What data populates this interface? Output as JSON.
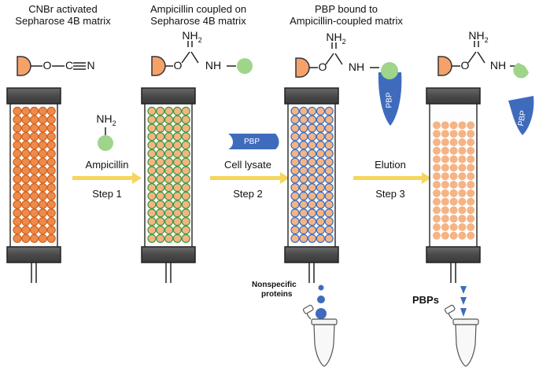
{
  "titles": {
    "step0_line1": "CNBr activated",
    "step0_line2": "Sepharose 4B matrix",
    "step1_line1": "Ampicillin coupled on",
    "step1_line2": "Sepharose 4B matrix",
    "step2_line1": "PBP bound to",
    "step2_line2": "Ampicillin-coupled matrix"
  },
  "chem": {
    "o": "O",
    "c": "C",
    "n": "N",
    "nh": "NH",
    "nh2": "NH",
    "sub2": "2"
  },
  "arrows": {
    "a1_top": "Ampicillin",
    "a1_bottom": "Step 1",
    "a2_top": "Cell lysate",
    "a2_bottom": "Step 2",
    "a3_top": "Elution",
    "a3_bottom": "Step 3"
  },
  "pbp_label": "PBP",
  "nonspecific_line1": "Nonspecific",
  "nonspecific_line2": "proteins",
  "pbps_label": "PBPs",
  "colors": {
    "sepharose": "#f4a26a",
    "ampicillin": "#9fd58b",
    "pbp": "#3f6bbd",
    "arrow": "#f6d55c",
    "column_cap": "#5a5a5a",
    "bead_orange": "#ee8a4c",
    "bead_light": "#f5b485",
    "bead_border_green": "#3a9a3a",
    "bead_border_blue": "#3a6fc0"
  }
}
